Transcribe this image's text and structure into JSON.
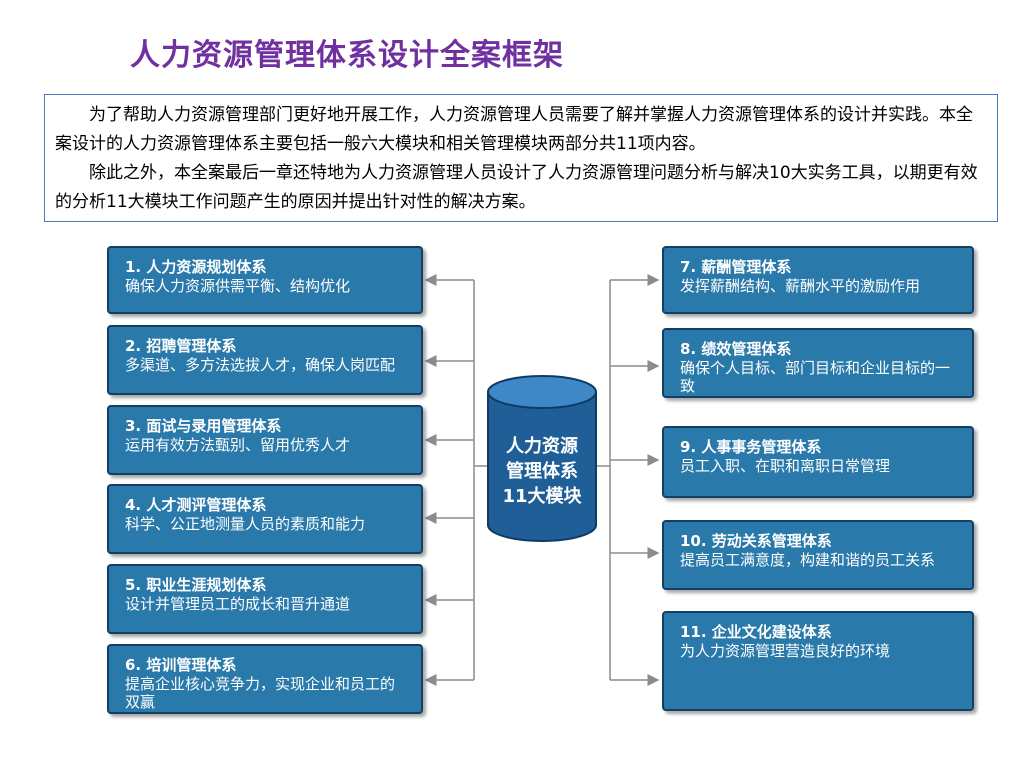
{
  "title": "人力资源管理体系设计全案框架",
  "intro": {
    "paragraph1": "为了帮助人力资源管理部门更好地开展工作，人力资源管理人员需要了解并掌握人力资源管理体系的设计并实践。本全案设计的人力资源管理体系主要包括一般六大模块和相关管理模块两部分共11项内容。",
    "paragraph2": "除此之外，本全案最后一章还特地为人力资源管理人员设计了人力资源管理问题分析与解决10大实务工具，以期更有效的分析11大模块工作问题产生的原因并提出针对性的解决方案。"
  },
  "center": {
    "line1": "人力资源",
    "line2": "管理体系",
    "line3": "11大模块"
  },
  "colors": {
    "title": "#7030a0",
    "box_fill": "#2a79ab",
    "box_border": "#133f65",
    "connector": "#8c8c8c"
  },
  "left_modules": [
    {
      "name": "1. 人力资源规划体系",
      "desc": "确保人力资源供需平衡、结构优化"
    },
    {
      "name": "2. 招聘管理体系",
      "desc": "多渠道、多方法选拔人才，确保人岗匹配"
    },
    {
      "name": "3. 面试与录用管理体系",
      "desc": "运用有效方法甄别、留用优秀人才"
    },
    {
      "name": "4. 人才测评管理体系",
      "desc": "科学、公正地测量人员的素质和能力"
    },
    {
      "name": "5. 职业生涯规划体系",
      "desc": "设计并管理员工的成长和晋升通道"
    },
    {
      "name": "6. 培训管理体系",
      "desc": "提高企业核心竞争力，实现企业和员工的双赢"
    }
  ],
  "right_modules": [
    {
      "name": "7. 薪酬管理体系",
      "desc": "发挥薪酬结构、薪酬水平的激励作用"
    },
    {
      "name": "8. 绩效管理体系",
      "desc": "确保个人目标、部门目标和企业目标的一致"
    },
    {
      "name": "9. 人事事务管理体系",
      "desc": "员工入职、在职和离职日常管理"
    },
    {
      "name": "10. 劳动关系管理体系",
      "desc": "提高员工满意度，构建和谐的员工关系"
    },
    {
      "name": "11. 企业文化建设体系",
      "desc": "为人力资源管理营造良好的环境"
    }
  ]
}
